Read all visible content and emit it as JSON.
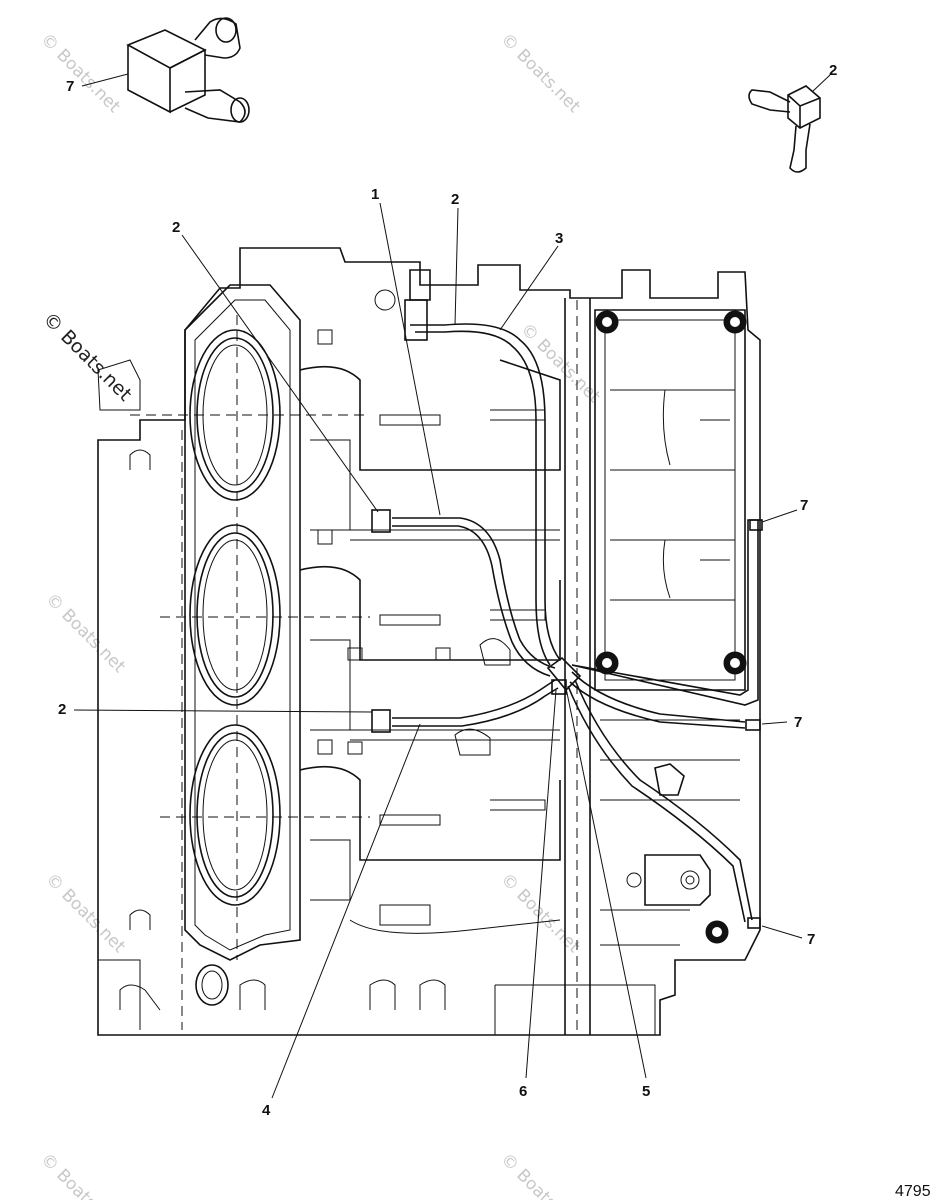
{
  "callouts": {
    "c1": "1",
    "c2_top": "2",
    "c2_upper_right": "2",
    "c2_left_top": "2",
    "c2_left_mid": "2",
    "c3": "3",
    "c4": "4",
    "c5": "5",
    "c6": "6",
    "c7_top_left": "7",
    "c7_right_upper": "7",
    "c7_right_mid": "7",
    "c7_right_lower": "7"
  },
  "watermark": "© Boats.net",
  "figure_number": "4795",
  "colors": {
    "line": "#111111",
    "watermark": "#c8c8c8",
    "background": "#ffffff"
  }
}
